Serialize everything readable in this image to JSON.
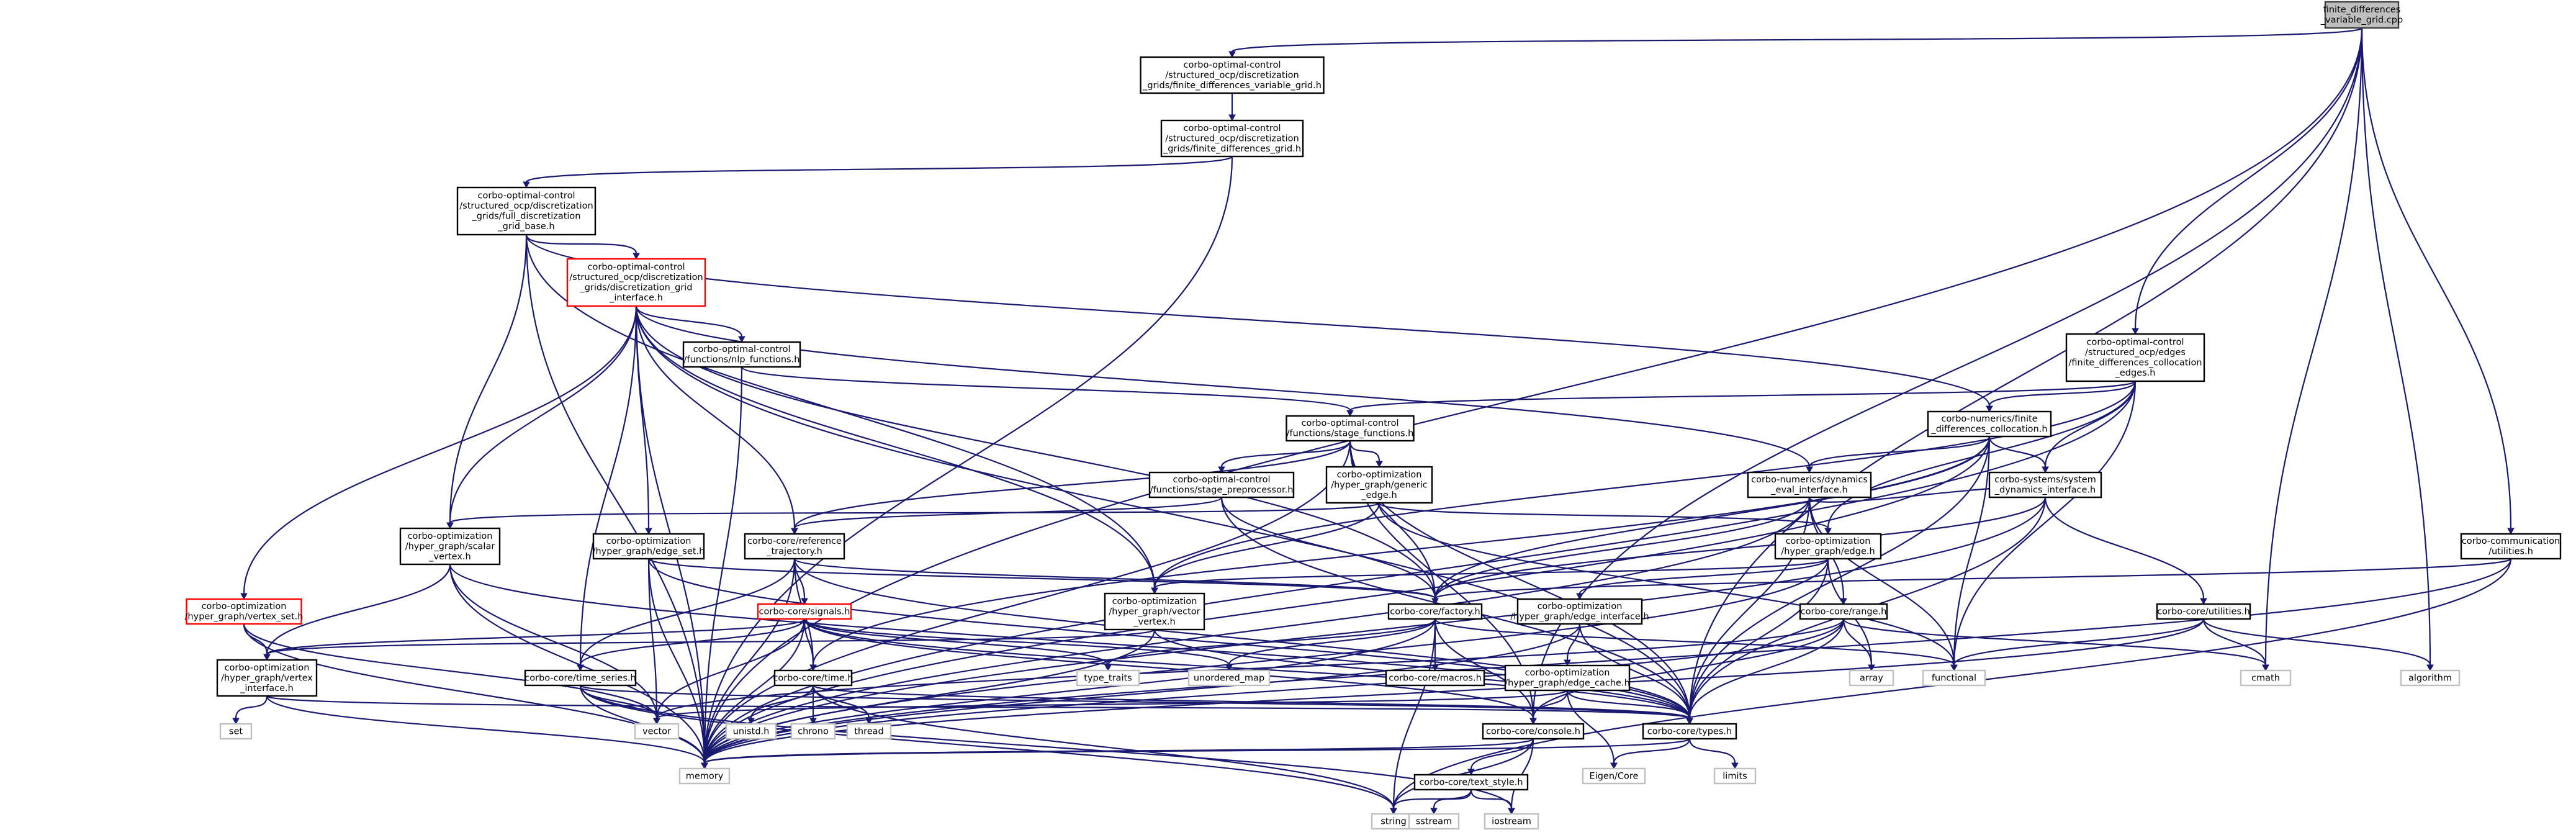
{
  "colors": {
    "edge": "#191970",
    "node_border": "#000000",
    "node_border_truncated": "#ff0000",
    "node_border_system": "#bfbfbf",
    "root_fill": "#bfbfbf",
    "node_fill": "#ffffff",
    "text": "#000000"
  },
  "nodes": [
    {
      "id": "root",
      "lines": [
        "finite_differences",
        "_variable_grid.cpp"
      ],
      "style": "root"
    },
    {
      "id": "fdvg_h",
      "lines": [
        "corbo-optimal-control",
        "/structured_ocp/discretization",
        "_grids/finite_differences_variable_grid.h"
      ],
      "style": "normal"
    },
    {
      "id": "fdg_h",
      "lines": [
        "corbo-optimal-control",
        "/structured_ocp/discretization",
        "_grids/finite_differences_grid.h"
      ],
      "style": "normal"
    },
    {
      "id": "fdgb_h",
      "lines": [
        "corbo-optimal-control",
        "/structured_ocp/discretization",
        "_grids/full_discretization",
        "_grid_base.h"
      ],
      "style": "normal"
    },
    {
      "id": "dgi_h",
      "lines": [
        "corbo-optimal-control",
        "/structured_ocp/discretization",
        "_grids/discretization_grid",
        "_interface.h"
      ],
      "style": "truncated"
    },
    {
      "id": "nlp_h",
      "lines": [
        "corbo-optimal-control",
        "/functions/nlp_functions.h"
      ],
      "style": "normal"
    },
    {
      "id": "sf_h",
      "lines": [
        "corbo-optimal-control",
        "/functions/stage_functions.h"
      ],
      "style": "normal"
    },
    {
      "id": "sp_h",
      "lines": [
        "corbo-optimal-control",
        "/functions/stage_preprocessor.h"
      ],
      "style": "normal"
    },
    {
      "id": "ge_h",
      "lines": [
        "corbo-optimization",
        "/hyper_graph/generic",
        "_edge.h"
      ],
      "style": "normal"
    },
    {
      "id": "ce_h",
      "lines": [
        "corbo-optimal-control",
        "/structured_ocp/edges",
        "/finite_differences_collocation",
        "_edges.h"
      ],
      "style": "normal"
    },
    {
      "id": "fdc_h",
      "lines": [
        "corbo-numerics/finite",
        "_differences_collocation.h"
      ],
      "style": "normal"
    },
    {
      "id": "dei_h",
      "lines": [
        "corbo-numerics/dynamics",
        "_eval_interface.h"
      ],
      "style": "normal"
    },
    {
      "id": "sdi_h",
      "lines": [
        "corbo-systems/system",
        "_dynamics_interface.h"
      ],
      "style": "normal"
    },
    {
      "id": "cu_h",
      "lines": [
        "corbo-communication",
        "/utilities.h"
      ],
      "style": "normal"
    },
    {
      "id": "svx_h",
      "lines": [
        "corbo-optimization",
        "/hyper_graph/scalar",
        "_vertex.h"
      ],
      "style": "normal"
    },
    {
      "id": "es_h",
      "lines": [
        "corbo-optimization",
        "/hyper_graph/edge_set.h"
      ],
      "style": "normal"
    },
    {
      "id": "rt_h",
      "lines": [
        "corbo-core/reference",
        "_trajectory.h"
      ],
      "style": "normal"
    },
    {
      "id": "vs_h",
      "lines": [
        "corbo-optimization",
        "/hyper_graph/vertex_set.h"
      ],
      "style": "truncated"
    },
    {
      "id": "sig_h",
      "lines": [
        "corbo-core/signals.h"
      ],
      "style": "truncated"
    },
    {
      "id": "vv_h",
      "lines": [
        "corbo-optimization",
        "/hyper_graph/vector",
        "_vertex.h"
      ],
      "style": "normal"
    },
    {
      "id": "edge_h",
      "lines": [
        "corbo-optimization",
        "/hyper_graph/edge.h"
      ],
      "style": "normal"
    },
    {
      "id": "fac_h",
      "lines": [
        "corbo-core/factory.h"
      ],
      "style": "normal"
    },
    {
      "id": "ei_h",
      "lines": [
        "corbo-optimization",
        "/hyper_graph/edge_interface.h"
      ],
      "style": "normal"
    },
    {
      "id": "range_h",
      "lines": [
        "corbo-core/range.h"
      ],
      "style": "normal"
    },
    {
      "id": "util_h",
      "lines": [
        "corbo-core/utilities.h"
      ],
      "style": "normal"
    },
    {
      "id": "vi_h",
      "lines": [
        "corbo-optimization",
        "/hyper_graph/vertex",
        "_interface.h"
      ],
      "style": "normal"
    },
    {
      "id": "ts_h",
      "lines": [
        "corbo-core/time_series.h"
      ],
      "style": "normal"
    },
    {
      "id": "time_h",
      "lines": [
        "corbo-core/time.h"
      ],
      "style": "normal"
    },
    {
      "id": "macros_h",
      "lines": [
        "corbo-core/macros.h"
      ],
      "style": "normal"
    },
    {
      "id": "ec_h",
      "lines": [
        "corbo-optimization",
        "/hyper_graph/edge_cache.h"
      ],
      "style": "normal"
    },
    {
      "id": "console_h",
      "lines": [
        "corbo-core/console.h"
      ],
      "style": "normal"
    },
    {
      "id": "types_h",
      "lines": [
        "corbo-core/types.h"
      ],
      "style": "normal"
    },
    {
      "id": "textstyle_h",
      "lines": [
        "corbo-core/text_style.h"
      ],
      "style": "normal"
    },
    {
      "id": "type_traits",
      "lines": [
        "type_traits"
      ],
      "style": "system"
    },
    {
      "id": "unordered_map",
      "lines": [
        "unordered_map"
      ],
      "style": "system"
    },
    {
      "id": "functional",
      "lines": [
        "functional"
      ],
      "style": "system"
    },
    {
      "id": "array",
      "lines": [
        "array"
      ],
      "style": "system"
    },
    {
      "id": "cmath",
      "lines": [
        "cmath"
      ],
      "style": "system"
    },
    {
      "id": "algorithm",
      "lines": [
        "algorithm"
      ],
      "style": "system"
    },
    {
      "id": "set",
      "lines": [
        "set"
      ],
      "style": "system"
    },
    {
      "id": "unistd",
      "lines": [
        "unistd.h"
      ],
      "style": "system"
    },
    {
      "id": "chrono",
      "lines": [
        "chrono"
      ],
      "style": "system"
    },
    {
      "id": "thread",
      "lines": [
        "thread"
      ],
      "style": "system"
    },
    {
      "id": "vector",
      "lines": [
        "vector"
      ],
      "style": "system"
    },
    {
      "id": "memory",
      "lines": [
        "memory"
      ],
      "style": "system"
    },
    {
      "id": "eigencore",
      "lines": [
        "Eigen/Core"
      ],
      "style": "system"
    },
    {
      "id": "limits",
      "lines": [
        "limits"
      ],
      "style": "system"
    },
    {
      "id": "string",
      "lines": [
        "string"
      ],
      "style": "system"
    },
    {
      "id": "sstream",
      "lines": [
        "sstream"
      ],
      "style": "system"
    },
    {
      "id": "iostream",
      "lines": [
        "iostream"
      ],
      "style": "system"
    }
  ],
  "edges": [
    [
      "root",
      "fdvg_h"
    ],
    [
      "root",
      "memory"
    ],
    [
      "root",
      "ce_h"
    ],
    [
      "root",
      "cu_h"
    ],
    [
      "root",
      "algorithm"
    ],
    [
      "root",
      "cmath"
    ],
    [
      "root",
      "types_h"
    ],
    [
      "root",
      "console_h"
    ],
    [
      "fdvg_h",
      "fdg_h"
    ],
    [
      "fdg_h",
      "fdgb_h"
    ],
    [
      "fdg_h",
      "memory"
    ],
    [
      "fdgb_h",
      "dgi_h"
    ],
    [
      "fdgb_h",
      "svx_h"
    ],
    [
      "fdgb_h",
      "vv_h"
    ],
    [
      "fdgb_h",
      "fdc_h"
    ],
    [
      "fdgb_h",
      "memory"
    ],
    [
      "dgi_h",
      "nlp_h"
    ],
    [
      "dgi_h",
      "svx_h"
    ],
    [
      "dgi_h",
      "vs_h"
    ],
    [
      "dgi_h",
      "es_h"
    ],
    [
      "dgi_h",
      "rt_h"
    ],
    [
      "dgi_h",
      "ts_h"
    ],
    [
      "dgi_h",
      "vv_h"
    ],
    [
      "dgi_h",
      "fac_h"
    ],
    [
      "dgi_h",
      "types_h"
    ],
    [
      "dgi_h",
      "dei_h"
    ],
    [
      "dgi_h",
      "memory"
    ],
    [
      "nlp_h",
      "sf_h"
    ],
    [
      "nlp_h",
      "memory"
    ],
    [
      "sf_h",
      "sp_h"
    ],
    [
      "sf_h",
      "ge_h"
    ],
    [
      "sf_h",
      "rt_h"
    ],
    [
      "sf_h",
      "fac_h"
    ],
    [
      "sf_h",
      "types_h"
    ],
    [
      "sf_h",
      "console_h"
    ],
    [
      "sf_h",
      "memory"
    ],
    [
      "sp_h",
      "rt_h"
    ],
    [
      "sp_h",
      "fac_h"
    ],
    [
      "sp_h",
      "types_h"
    ],
    [
      "ge_h",
      "svx_h"
    ],
    [
      "ge_h",
      "vv_h"
    ],
    [
      "ge_h",
      "edge_h"
    ],
    [
      "ge_h",
      "functional"
    ],
    [
      "ce_h",
      "sf_h"
    ],
    [
      "ce_h",
      "fdc_h"
    ],
    [
      "ce_h",
      "edge_h"
    ],
    [
      "ce_h",
      "sdi_h"
    ],
    [
      "ce_h",
      "vv_h"
    ],
    [
      "ce_h",
      "functional"
    ],
    [
      "ce_h",
      "memory"
    ],
    [
      "fdc_h",
      "dei_h"
    ],
    [
      "fdc_h",
      "fac_h"
    ],
    [
      "fdc_h",
      "sdi_h"
    ],
    [
      "fdc_h",
      "types_h"
    ],
    [
      "fdc_h",
      "functional"
    ],
    [
      "fdc_h",
      "memory"
    ],
    [
      "fdc_h",
      "time_h"
    ],
    [
      "dei_h",
      "sdi_h"
    ],
    [
      "dei_h",
      "fac_h"
    ],
    [
      "dei_h",
      "range_h"
    ],
    [
      "dei_h",
      "types_h"
    ],
    [
      "dei_h",
      "functional"
    ],
    [
      "dei_h",
      "memory"
    ],
    [
      "sdi_h",
      "fac_h"
    ],
    [
      "sdi_h",
      "util_h"
    ],
    [
      "sdi_h",
      "types_h"
    ],
    [
      "sdi_h",
      "memory"
    ],
    [
      "cu_h",
      "fac_h"
    ],
    [
      "cu_h",
      "memory"
    ],
    [
      "cu_h",
      "string"
    ],
    [
      "svx_h",
      "vi_h"
    ],
    [
      "svx_h",
      "types_h"
    ],
    [
      "svx_h",
      "memory"
    ],
    [
      "svx_h",
      "vector"
    ],
    [
      "es_h",
      "fac_h"
    ],
    [
      "es_h",
      "types_h"
    ],
    [
      "es_h",
      "memory"
    ],
    [
      "es_h",
      "vector"
    ],
    [
      "rt_h",
      "sig_h"
    ],
    [
      "rt_h",
      "ts_h"
    ],
    [
      "rt_h",
      "time_h"
    ],
    [
      "rt_h",
      "fac_h"
    ],
    [
      "rt_h",
      "types_h"
    ],
    [
      "rt_h",
      "memory"
    ],
    [
      "vs_h",
      "vi_h"
    ],
    [
      "vs_h",
      "memory"
    ],
    [
      "vs_h",
      "vector"
    ],
    [
      "sig_h",
      "ts_h"
    ],
    [
      "sig_h",
      "time_h"
    ],
    [
      "sig_h",
      "types_h"
    ],
    [
      "sig_h",
      "console_h"
    ],
    [
      "sig_h",
      "type_traits"
    ],
    [
      "sig_h",
      "unordered_map"
    ],
    [
      "sig_h",
      "memory"
    ],
    [
      "sig_h",
      "vector"
    ],
    [
      "sig_h",
      "vi_h"
    ],
    [
      "vv_h",
      "vi_h"
    ],
    [
      "vv_h",
      "types_h"
    ],
    [
      "vv_h",
      "memory"
    ],
    [
      "edge_h",
      "ei_h"
    ],
    [
      "edge_h",
      "vv_h"
    ],
    [
      "edge_h",
      "types_h"
    ],
    [
      "edge_h",
      "array"
    ],
    [
      "edge_h",
      "memory"
    ],
    [
      "fac_h",
      "macros_h"
    ],
    [
      "fac_h",
      "console_h"
    ],
    [
      "fac_h",
      "type_traits"
    ],
    [
      "fac_h",
      "unordered_map"
    ],
    [
      "fac_h",
      "functional"
    ],
    [
      "fac_h",
      "memory"
    ],
    [
      "fac_h",
      "string"
    ],
    [
      "ei_h",
      "ec_h"
    ],
    [
      "ei_h",
      "types_h"
    ],
    [
      "ei_h",
      "memory"
    ],
    [
      "range_h",
      "console_h"
    ],
    [
      "range_h",
      "types_h"
    ],
    [
      "range_h",
      "array"
    ],
    [
      "range_h",
      "cmath"
    ],
    [
      "range_h",
      "vector"
    ],
    [
      "range_h",
      "memory"
    ],
    [
      "util_h",
      "functional"
    ],
    [
      "util_h",
      "cmath"
    ],
    [
      "util_h",
      "algorithm"
    ],
    [
      "util_h",
      "memory"
    ],
    [
      "vi_h",
      "set"
    ],
    [
      "vi_h",
      "types_h"
    ],
    [
      "vi_h",
      "memory"
    ],
    [
      "ts_h",
      "types_h"
    ],
    [
      "ts_h",
      "memory"
    ],
    [
      "ts_h",
      "vector"
    ],
    [
      "ts_h",
      "string"
    ],
    [
      "ts_h",
      "iostream"
    ],
    [
      "time_h",
      "unistd"
    ],
    [
      "time_h",
      "chrono"
    ],
    [
      "time_h",
      "thread"
    ],
    [
      "time_h",
      "types_h"
    ],
    [
      "time_h",
      "string"
    ],
    [
      "ec_h",
      "console_h"
    ],
    [
      "ec_h",
      "types_h"
    ],
    [
      "ec_h",
      "eigencore"
    ],
    [
      "ec_h",
      "vector"
    ],
    [
      "console_h",
      "textstyle_h"
    ],
    [
      "console_h",
      "iostream"
    ],
    [
      "console_h",
      "memory"
    ],
    [
      "console_h",
      "string"
    ],
    [
      "types_h",
      "eigencore"
    ],
    [
      "types_h",
      "limits"
    ],
    [
      "types_h",
      "memory"
    ],
    [
      "textstyle_h",
      "sstream"
    ],
    [
      "textstyle_h",
      "iostream"
    ],
    [
      "textstyle_h",
      "string"
    ]
  ]
}
